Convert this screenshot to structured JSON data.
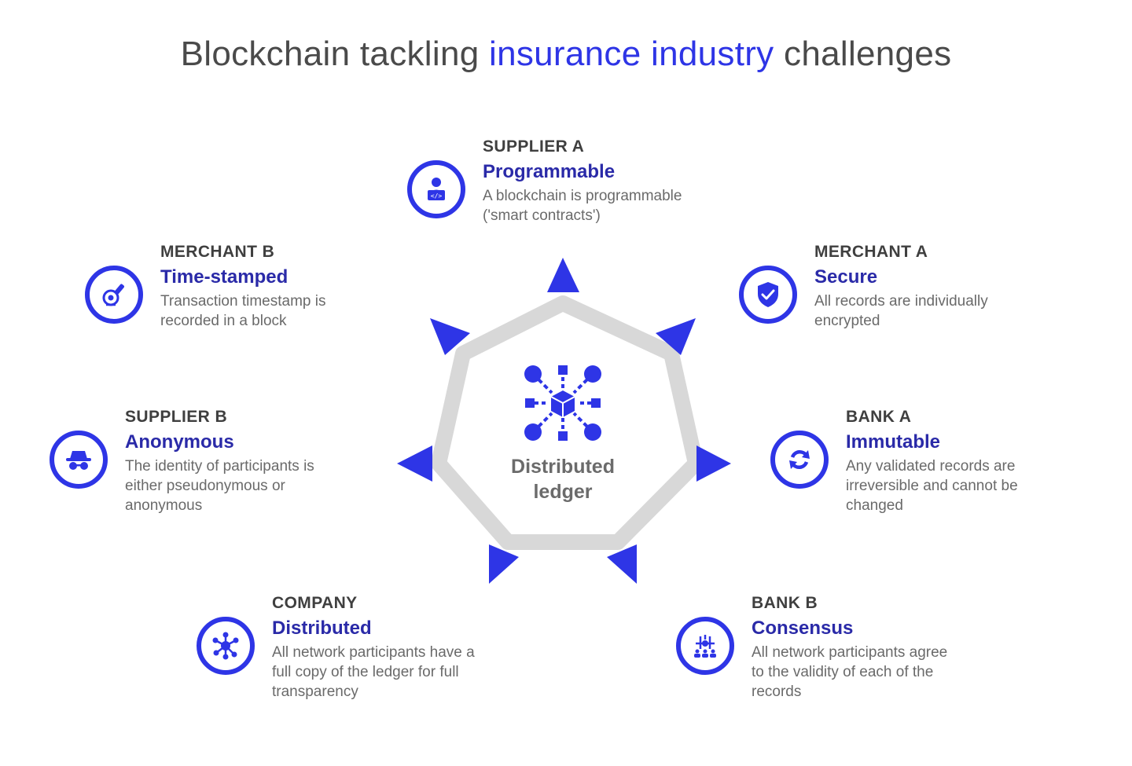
{
  "title": {
    "part1": "Blockchain tackling ",
    "accent": "insurance industry",
    "part2": " challenges"
  },
  "center": {
    "line1": "Distributed",
    "line2": "ledger",
    "icon": "network-cube-icon"
  },
  "colors": {
    "accent": "#2e35e6",
    "heading": "#2a2aa8",
    "ring": "#d8d8d8",
    "text": "#6a6a6a"
  },
  "nodes": [
    {
      "role": "SUPPLIER A",
      "prop": "Programmable",
      "desc": [
        "A blockchain is programmable",
        "('smart contracts')"
      ],
      "icon": "developer-laptop-icon"
    },
    {
      "role": "MERCHANT A",
      "prop": "Secure",
      "desc": [
        "All records are individually",
        "encrypted"
      ],
      "icon": "shield-check-icon"
    },
    {
      "role": "BANK A",
      "prop": "Immutable",
      "desc": [
        "Any validated records are",
        "irreversible and cannot be",
        "changed"
      ],
      "icon": "refresh-icon"
    },
    {
      "role": "BANK B",
      "prop": "Consensus",
      "desc": [
        "All network participants agree",
        "to the validity of each of the",
        "records"
      ],
      "icon": "consensus-icon"
    },
    {
      "role": "COMPANY",
      "prop": "Distributed",
      "desc": [
        "All network participants have a",
        "full copy of the ledger for full",
        "transparency"
      ],
      "icon": "network-hub-icon"
    },
    {
      "role": "SUPPLIER B",
      "prop": "Anonymous",
      "desc": [
        "The identity of participants is",
        "either pseudonymous or",
        "anonymous"
      ],
      "icon": "incognito-icon"
    },
    {
      "role": "MERCHANT B",
      "prop": "Time-stamped",
      "desc": [
        "Transaction timestamp is",
        "recorded in a block"
      ],
      "icon": "stamp-icon"
    }
  ]
}
